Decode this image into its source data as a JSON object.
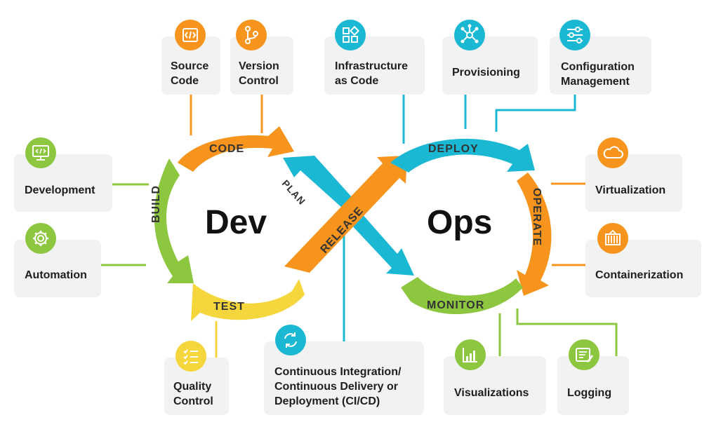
{
  "center": {
    "dev": "Dev",
    "ops": "Ops"
  },
  "arrows": {
    "code": "CODE",
    "build": "BUILD",
    "test": "TEST",
    "plan": "PLAN",
    "release": "RELEASE",
    "deploy": "DEPLOY",
    "operate": "OPERATE",
    "monitor": "MONITOR"
  },
  "cards": {
    "source_code": [
      "Source",
      "Code"
    ],
    "version_control": [
      "Version",
      "Control"
    ],
    "iac": [
      "Infrastructure",
      "as Code"
    ],
    "provisioning": "Provisioning",
    "config_mgmt": [
      "Configuration",
      "Management"
    ],
    "development": "Development",
    "automation": "Automation",
    "virtualization": "Virtualization",
    "containerization": "Containerization",
    "quality_control": [
      "Quality",
      "Control"
    ],
    "cicd": [
      "Continuous Integration/",
      "Continuous Delivery or",
      "Deployment (CI/CD)"
    ],
    "visualizations": "Visualizations",
    "logging": "Logging"
  },
  "colors": {
    "orange": "#f7941d",
    "teal": "#1bb8d4",
    "green": "#8dc63f",
    "yellow": "#f5d63d",
    "card": "#f2f2f2",
    "text": "#1e1e1e"
  },
  "icons": {
    "source_code": "code-brackets-icon",
    "version_control": "git-branch-icon",
    "iac": "blocks-icon",
    "provisioning": "network-hub-icon",
    "config_mgmt": "sliders-icon",
    "development": "monitor-code-icon",
    "automation": "gear-icon",
    "virtualization": "cloud-icon",
    "containerization": "container-icon",
    "quality_control": "checklist-icon",
    "cicd": "refresh-cycle-icon",
    "visualizations": "bar-chart-icon",
    "logging": "log-edit-icon"
  }
}
